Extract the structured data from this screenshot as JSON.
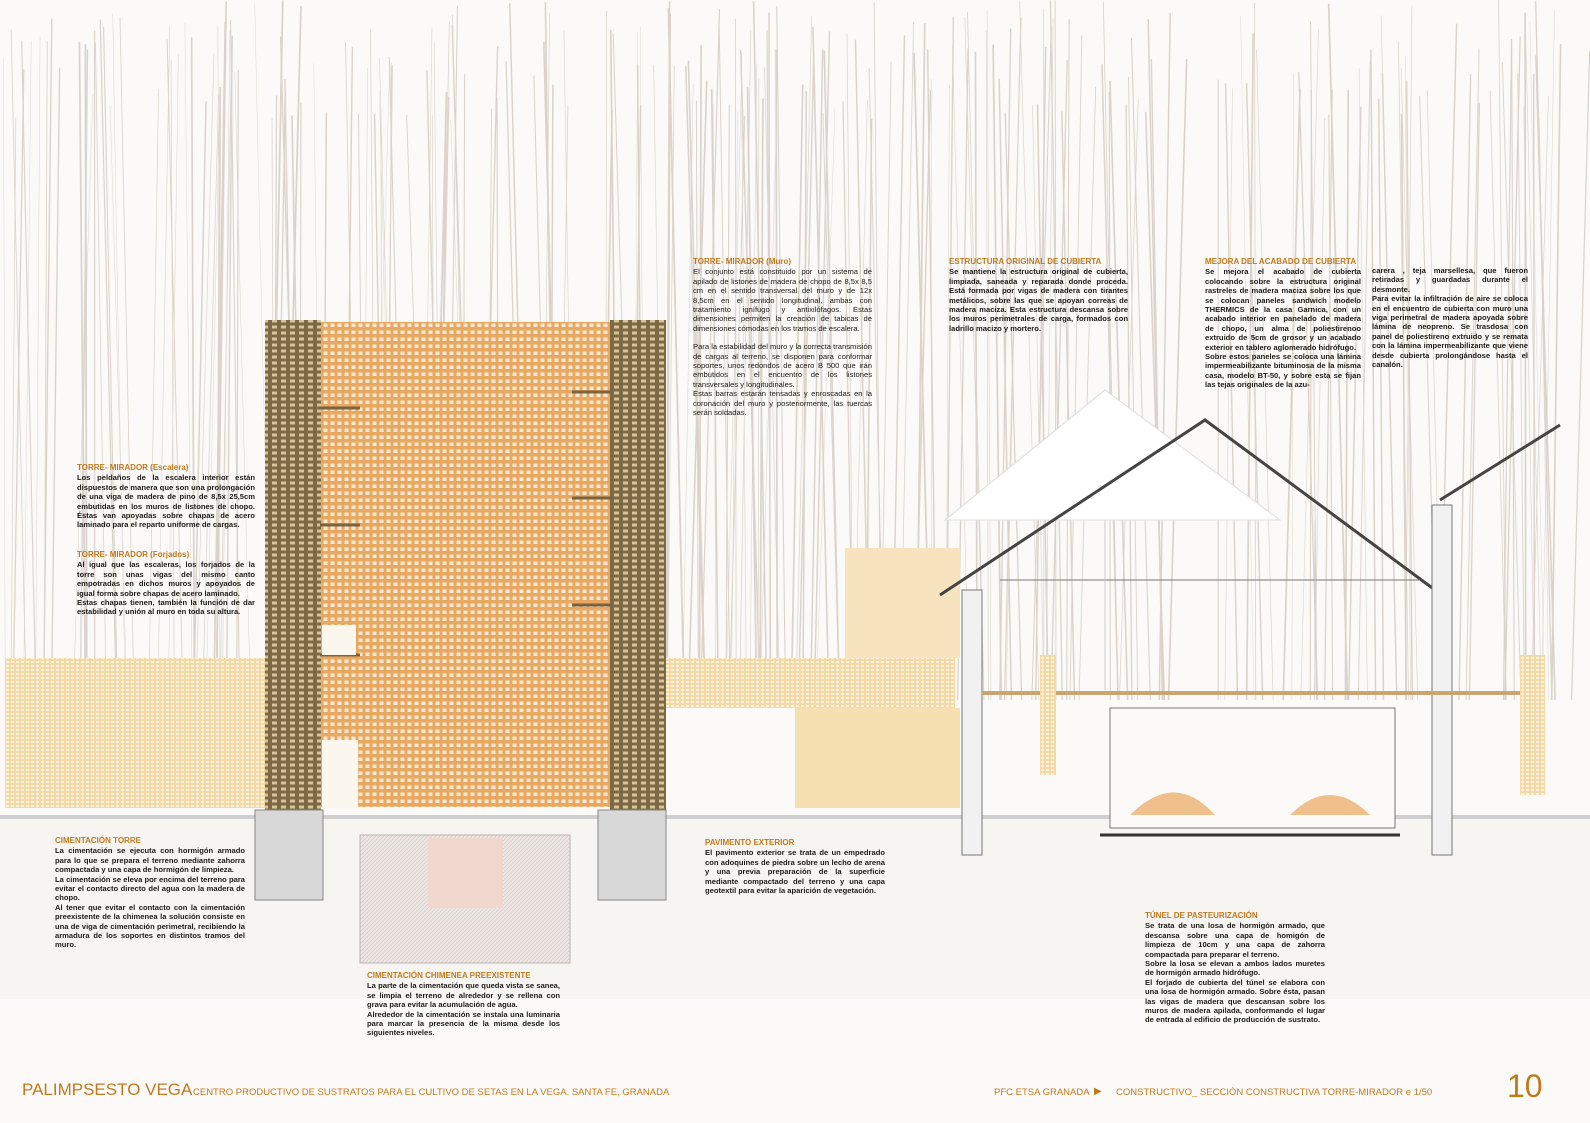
{
  "notes": {
    "muro": {
      "title": "TORRE- MIRADOR (Muro)",
      "paragraphs": [
        "El conjunto está constituido por un sistema de apilado de listones de madera de chopo de 8,5x 8,5 cm en el sentido transversal del muro y de 12x 8,5cm en el sentido longitudinal, ambas con tratamiento ignífugo y antixilófagos. Estas dimensiones permiten la creación de tabicas de dimensiones cómodas en los tramos de escalera.",
        "Para la estabilidad del muro y la correcta transmisión de cargas al terreno, se disponen para conformar soportes, unos redondos de acero B 500 que irán embutidos en el encuentro de los listones transversales y longitudinales.",
        "Estas barras estarán tensadas y enroscadas en la coronación del muro y posteriormente, las tuercas serán soldadas."
      ]
    },
    "cubierta": {
      "title": "ESTRUCTURA ORIGINAL DE CUBIERTA",
      "paragraphs": [
        "Se mantiene la estructura original de cubierta, limpiada, saneada y reparada donde proceda. Está formada por vigas de madera con tirantes metálicos, sobre las que se apoyan correas de madera maciza. Esta estructura descansa sobre los muros perimetrales de carga, formados con ladrillo macizo y mortero."
      ]
    },
    "mejora": {
      "title": "MEJORA DEL ACABADO DE CUBIERTA",
      "paragraphs": [
        "Se mejora el acabado de cubierta colocando sobre la estructura original rastreles de madera maciza sobre los que se colocan paneles sandwich modelo THERMICS de la casa Garnica, con un acabado interior en panelado de madera de chopo, un alma de poliestirenoo extruido de 5cm de grosor y un acabado exterior en tablero aglomerado hidrófugo.",
        "Sobre estos paneles se coloca una lámina impermeabilizante bituminosa de la misma casa, modelo BT-50, y sobre esta se fijan las tejas originales de la azu-"
      ],
      "continuation": [
        "carera , teja marsellesa, que fueron retiradas y guardadas durante el desmonte.",
        "Para evitar la infiltración de aire se coloca en el encuentro de cubierta con muro una viga perimetral de madera apoyada sobre lámina de neopreno. Se trasdosa con panel de poliestireno extruido y se remata con la lámina impermeabilizante que viene desde cubierta prolongándose hasta el canalón."
      ]
    },
    "escalera": {
      "title": "TORRE- MIRADOR (Escalera)",
      "paragraphs": [
        "Los peldaños de la escalera interior están dispuestos de manera que son una prolongación de una viga de madera de pino de 8,5x 25,5cm embutidas en los muros de listones de chopo. Éstas van apoyadas sobre chapas de acero laminado para el reparto uniforme de cargas."
      ]
    },
    "forjados": {
      "title": "TORRE- MIRADOR (Forjados)",
      "paragraphs": [
        "Al igual que las escaleras, los forjados de la torre son unas vigas del mismo canto empotradas en dichos muros y apoyados de igual forma sobre chapas de acero laminado.",
        "Estas chapas tienen, también la función de dar estabilidad y unión al muro en toda su altura."
      ]
    },
    "cim_torre": {
      "title": "CIMENTACIÓN TORRE",
      "paragraphs": [
        "La cimentación se ejecuta con hormigón armado para lo que se prepara el terreno mediante zahorra compactada y una capa de hormigón de limpieza.",
        "La cimentación se eleva por encima del terreno para evitar el contacto directo del agua con la madera de chopo.",
        "Al tener que evitar el contacto con la cimentación preexistente de la chimenea la solución consiste en una de viga de cimentación perimetral, recibiendo la armadura de los soportes en distintos tramos del muro."
      ]
    },
    "cim_chimenea": {
      "title": "CIMENTACIÓN CHIMENEA PREEXISTENTE",
      "paragraphs": [
        "La parte de la cimentación que queda vista se sanea, se limpia el terreno de alrededor y se rellena con grava para evitar la acumulación de agua.",
        "Alrededor de la cimentación se instala una luminaria para marcar  la presencia de la misma desde los siguientes niveles."
      ]
    },
    "pavimento": {
      "title": "PAVIMENTO EXTERIOR",
      "paragraphs": [
        "El pavimento exterior se trata de un empedrado con adoquines de piedra sobre un lecho de arena y una previa preparación de la superficie mediante compactado del terreno y una capa geotextil para evitar la aparición de vegetación."
      ]
    },
    "tunel": {
      "title": "TÚNEL DE PASTEURIZACIÓN",
      "paragraphs": [
        "Se trata de una losa de hormigón armado, que descansa sobre una capa de homigón de limpieza de 10cm y una capa de zahorra compactada para preparar el terreno.",
        "Sobre la losa se elevan a ambos lados muretes de hormigón armado hidrófugo.",
        "El forjado de cubierta del túnel se elabora con una losa de hormigón armado. Sobre ésta, pasan las vigas de madera que descansan sobre los muros de madera apilada, conformando el lugar de entrada al edificio de producción de sustrato."
      ]
    }
  },
  "footer": {
    "title": "PALIMPSESTO VEGA",
    "subtitle": "CENTRO PRODUCTIVO DE SUSTRATOS PARA EL CULTIVO DE SETAS EN LA VEGA. SANTA FE, GRANADA",
    "school": "PFC ETSA GRANADA",
    "arrow": "▶",
    "sheet": "CONSTRUCTIVO_ SECCIÓN CONSTRUCTIVA  TORRE-MIRADOR  e 1/50",
    "page": "10"
  },
  "colors": {
    "accent": "#c07a1e",
    "wood": "#e2a45c",
    "column": "#8a7550",
    "trees": "#d9d3cb"
  }
}
